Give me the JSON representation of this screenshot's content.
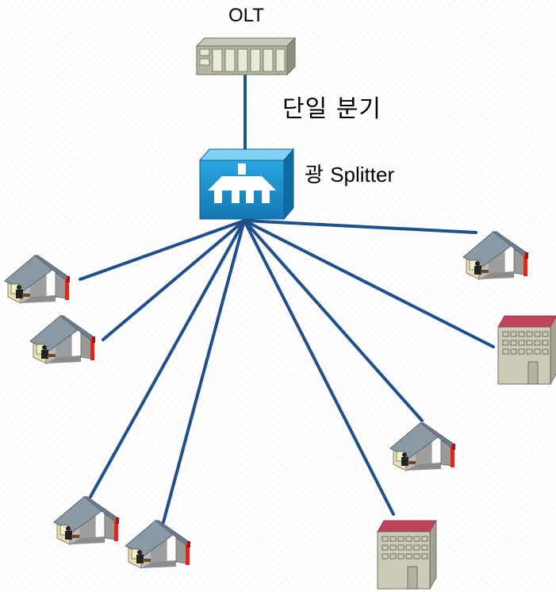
{
  "labels": {
    "olt": "OLT",
    "branch": "단일 분기",
    "splitter_prefix": "광",
    "splitter_name": "Splitter"
  },
  "colors": {
    "fiber": "#1f4f8c",
    "splitter": "#1e90c9",
    "roof": "#7a8a98",
    "building_roof": "#c0445a",
    "building_wall": "#cdcbb8"
  },
  "endpoints": [
    {
      "type": "house"
    },
    {
      "type": "house"
    },
    {
      "type": "house"
    },
    {
      "type": "house"
    },
    {
      "type": "house"
    },
    {
      "type": "building"
    },
    {
      "type": "house"
    },
    {
      "type": "building"
    }
  ]
}
